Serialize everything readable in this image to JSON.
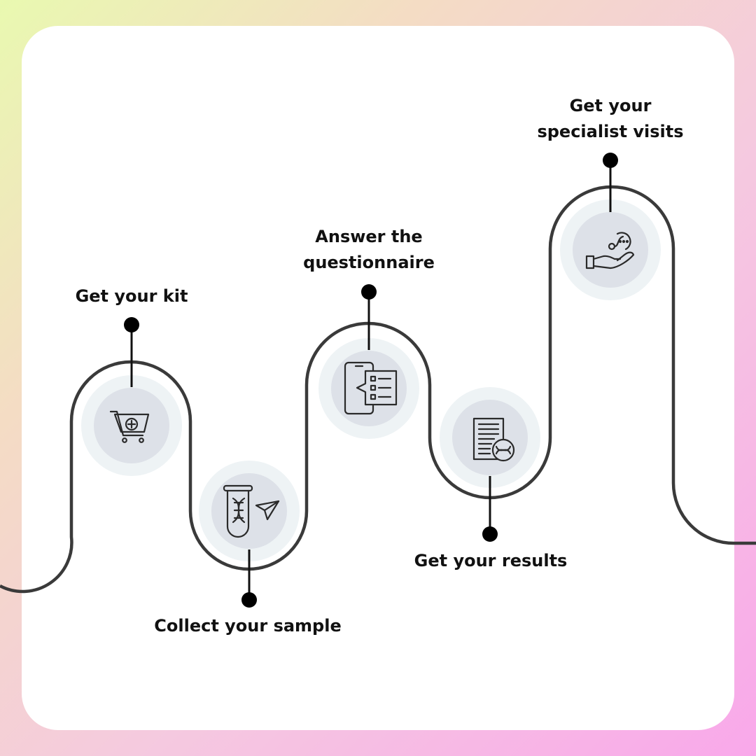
{
  "steps": [
    {
      "id": "kit",
      "label": "Get your kit",
      "icon": "shopping-cart-plus-icon"
    },
    {
      "id": "sample",
      "label": "Collect your sample",
      "icon": "dna-test-tube-send-icon"
    },
    {
      "id": "questionnaire",
      "label_lines": [
        "Answer the",
        "questionnaire"
      ],
      "icon": "phone-questionnaire-icon"
    },
    {
      "id": "results",
      "label": "Get your results",
      "icon": "dna-report-document-icon"
    },
    {
      "id": "specialist",
      "label_lines": [
        "Get your",
        "specialist visits"
      ],
      "icon": "hand-consultation-icon"
    }
  ],
  "colors": {
    "path": "#3a3a3a",
    "halo": "#eef3f5",
    "icon_disc": "#dde1e8",
    "icon_stroke": "#2a2a2a",
    "text": "#111111"
  }
}
